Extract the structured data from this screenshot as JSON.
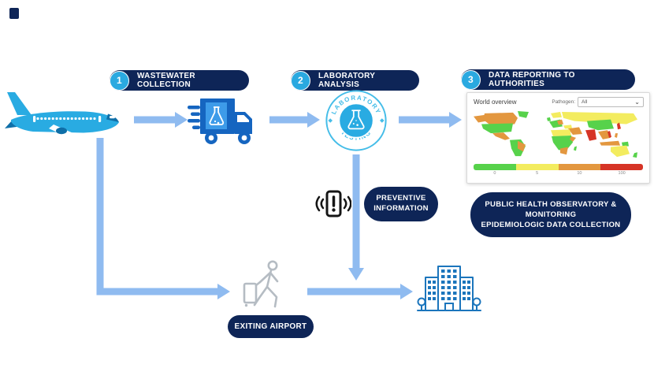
{
  "steps": [
    {
      "number": "1",
      "label": "WASTEWATER COLLECTION"
    },
    {
      "number": "2",
      "label": "LABORATORY ANALYSIS"
    },
    {
      "number": "3",
      "label": "DATA REPORTING TO AUTHORITIES"
    }
  ],
  "lab_badge": {
    "top_text": "LABORATORY",
    "bottom_text": "TESTING"
  },
  "map_card": {
    "title": "World overview",
    "pathogen_label": "Pathogen:",
    "pathogen_value": "All",
    "legend_labels": [
      "0",
      "5",
      "10",
      "100"
    ]
  },
  "labels": {
    "preventive_line1": "PREVENTIVE",
    "preventive_line2": "INFORMATION",
    "public_health_line1": "PUBLIC HEALTH OBSERVATORY &",
    "public_health_line2": "MONITORING",
    "public_health_line3": "EPIDEMIOLOGIC DATA COLLECTION",
    "exiting_airport": "EXITING AIRPORT"
  },
  "icons": {
    "dropdown_chevron": "⌄"
  },
  "colors": {
    "navy": "#0e2557",
    "arrow": "#8fbbf0",
    "step_circle": "#2aa9e0",
    "plane": "#29abe2",
    "plane_dark": "#0f6fa8",
    "truck": "#1565c0",
    "truck_panel": "#3d9be9",
    "badge_ring": "#45bde8",
    "badge_center": "#29abe2",
    "building": "#1b75bc",
    "person": "#b5bcc3",
    "phone": "#151515",
    "map_green": "#57d24b",
    "map_yellow": "#f3ec5f",
    "map_orange": "#e3973f",
    "map_red": "#d63426"
  }
}
